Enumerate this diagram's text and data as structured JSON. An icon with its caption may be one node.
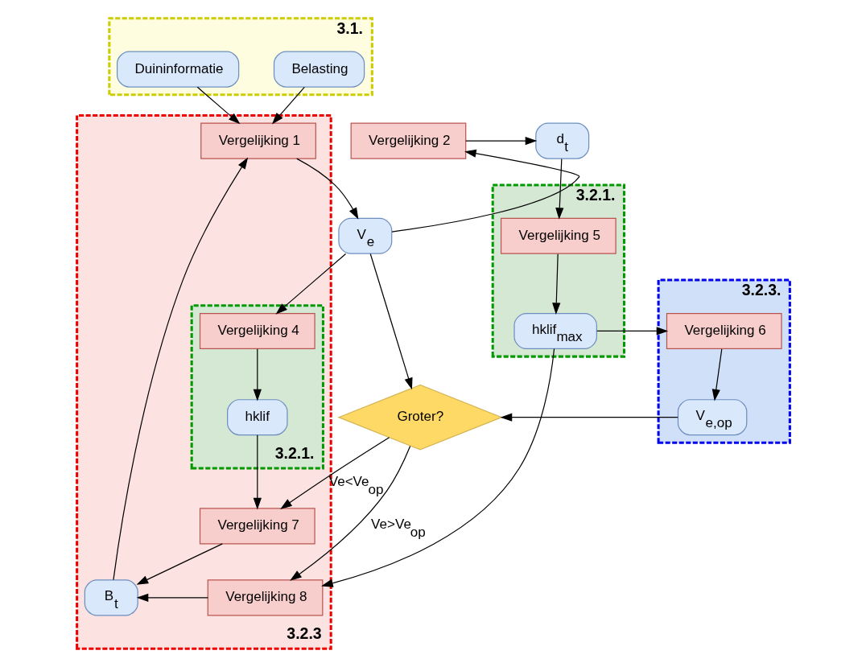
{
  "diagram": {
    "nodes": [
      {
        "text": [
          "3.1."
        ]
      },
      {
        "text": [
          "Duininformatie"
        ],
        "in": 0
      },
      {
        "text": [
          "Belasting"
        ],
        "in": 0
      },
      {
        "text": [
          "3.2.3"
        ]
      },
      {
        "text": [
          "d$_{t}$"
        ]
      },
      {
        "text": [
          "Vergelijking 2"
        ]
      },
      {
        "text": [
          "Vergelijking 1"
        ],
        "in": 3
      },
      {
        "text": [
          "3.2.1."
        ]
      },
      {
        "text": [
          "Vergelijking 5"
        ],
        "in": 7
      },
      {
        "text": [
          "hklif$_{max}$"
        ],
        "in": 7
      },
      {
        "text": [
          "3.2.3."
        ]
      },
      {
        "text": [
          "Vergelijking 6"
        ],
        "in": 10
      },
      {
        "text": [
          "V$_{e,op}$"
        ],
        "in": 10
      },
      {
        "text": [
          "V$_{e}$"
        ]
      },
      {
        "text": [
          "Groter?"
        ]
      },
      {
        "text": [
          "3.2.1."
        ],
        "in": 3
      },
      {
        "text": [
          "Vergelijking 4"
        ],
        "in": 15
      },
      {
        "text": [
          "hklif"
        ],
        "in": 15
      },
      {
        "text": [
          "Vergelijking 7"
        ],
        "in": 3
      },
      {
        "text": [
          "Vergelijking 8"
        ],
        "in": 3
      },
      {
        "text": [
          "B$_{t}$"
        ],
        "in": 3
      }
    ],
    "edges": [
      {
        "from": 1,
        "to": 6,
        "arrow": "to"
      },
      {
        "from": 2,
        "to": 6,
        "arrow": "to"
      },
      {
        "from": 5,
        "to": 4,
        "arrow": "to"
      },
      {
        "from": 4,
        "to": 8,
        "arrow": "to"
      },
      {
        "from": 8,
        "to": 9,
        "arrow": "to"
      },
      {
        "from": 9,
        "to": 11,
        "arrow": "to"
      },
      {
        "from": 9,
        "to": 19,
        "arrow": "to"
      },
      {
        "from": 6,
        "to": 13,
        "arrow": "to"
      },
      {
        "from": 13,
        "to": 5,
        "arrow": "to"
      },
      {
        "from": 13,
        "to": 14,
        "arrow": "to"
      },
      {
        "from": 13,
        "to": 16,
        "arrow": "to"
      },
      {
        "from": 11,
        "to": 12,
        "arrow": "to"
      },
      {
        "from": 12,
        "to": 14,
        "arrow": "to"
      },
      {
        "from": 16,
        "to": 17,
        "arrow": "to"
      },
      {
        "from": 17,
        "to": 18,
        "arrow": "to"
      },
      {
        "from": 14,
        "to": 18,
        "arrow": "to",
        "label": "Ve<Ve$_{op}$"
      },
      {
        "from": 14,
        "to": 19,
        "arrow": "to",
        "label": "Ve>Ve$_{op}$"
      },
      {
        "from": 18,
        "to": 20,
        "arrow": "to"
      },
      {
        "from": 19,
        "to": 20,
        "arrow": "to"
      },
      {
        "from": 20,
        "to": 6,
        "arrow": "to"
      }
    ]
  }
}
